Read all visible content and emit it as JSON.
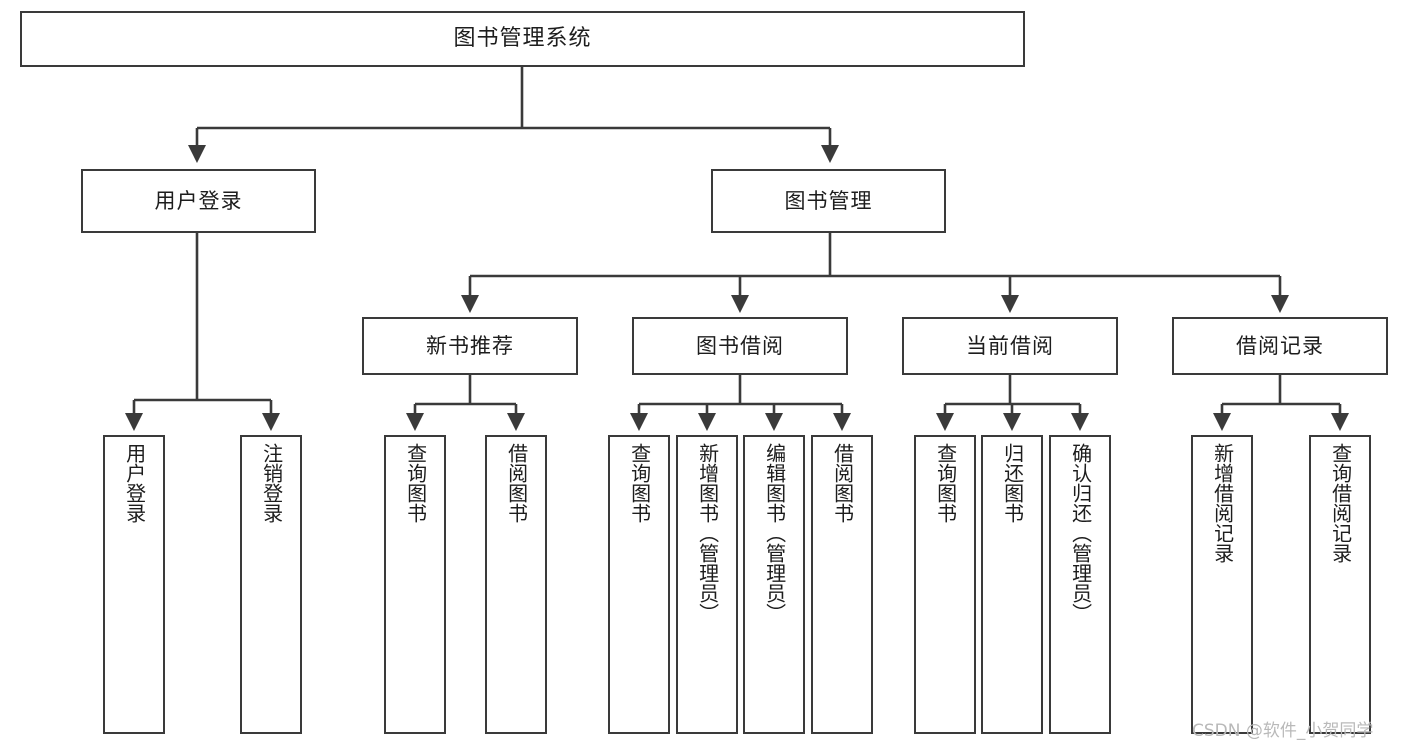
{
  "diagram": {
    "title": "图书管理系统",
    "watermark": "CSDN @软件_小贺同学",
    "root": {
      "label": "图书管理系统"
    },
    "level2": [
      {
        "label": "用户登录"
      },
      {
        "label": "图书管理"
      }
    ],
    "level3": [
      {
        "label": "新书推荐"
      },
      {
        "label": "图书借阅"
      },
      {
        "label": "当前借阅"
      },
      {
        "label": "借阅记录"
      }
    ],
    "leaves": {
      "user_login": [
        {
          "label": "用户登录"
        },
        {
          "label": "注销登录"
        }
      ],
      "new_book_recommend": [
        {
          "label": "查询图书"
        },
        {
          "label": "借阅图书"
        }
      ],
      "book_borrow": [
        {
          "label": "查询图书"
        },
        {
          "label": "新增图书（管理员）"
        },
        {
          "label": "编辑图书（管理员）"
        },
        {
          "label": "借阅图书"
        }
      ],
      "current_borrow": [
        {
          "label": "查询图书"
        },
        {
          "label": "归还图书"
        },
        {
          "label": "确认归还（管理员）"
        }
      ],
      "borrow_record": [
        {
          "label": "新增借阅记录"
        },
        {
          "label": "查询借阅记录"
        }
      ]
    }
  },
  "colors": {
    "stroke": "#3a3a3a",
    "background": "#ffffff",
    "text": "#1d1d1d",
    "watermark": "#b9b9b9"
  }
}
